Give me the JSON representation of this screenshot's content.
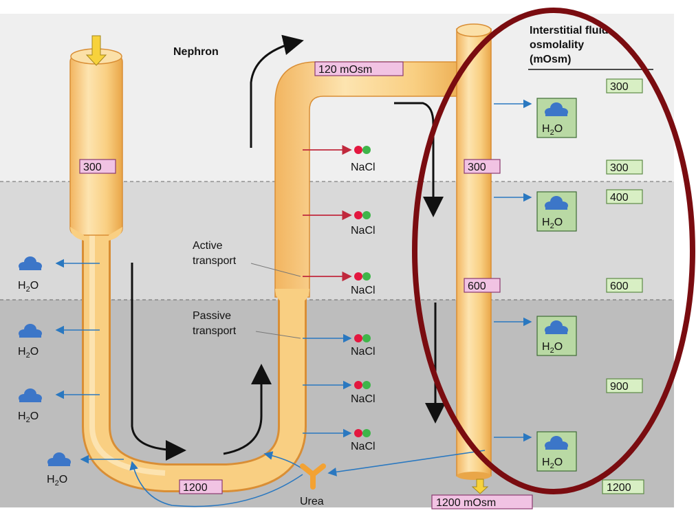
{
  "title": "Nephron",
  "legend": {
    "line1": "Interstitial fluid",
    "line2": "osmolality",
    "line3": "(mOsm)"
  },
  "labels": {
    "active_transport_1": "Active",
    "active_transport_2": "transport",
    "passive_transport_1": "Passive",
    "passive_transport_2": "transport",
    "urea": "Urea",
    "nacl": "NaCl",
    "h2o_h": "H",
    "h2o_sub": "2",
    "h2o_o": "O"
  },
  "tubule_values": {
    "desc_top": "300",
    "loop_bottom": "1200",
    "asc_top": "120 mOsm",
    "cd_300": "300",
    "cd_600": "600",
    "cd_bottom": "1200 mOsm"
  },
  "interstitial_values": [
    "300",
    "300",
    "400",
    "600",
    "900",
    "1200"
  ],
  "colors": {
    "tubule": "#f9cf82",
    "arrow_blue": "#2a78c0",
    "arrow_red": "#c0283c",
    "circle": "#7a0c10",
    "na": "#e3173f",
    "cl": "#3fb54a"
  }
}
